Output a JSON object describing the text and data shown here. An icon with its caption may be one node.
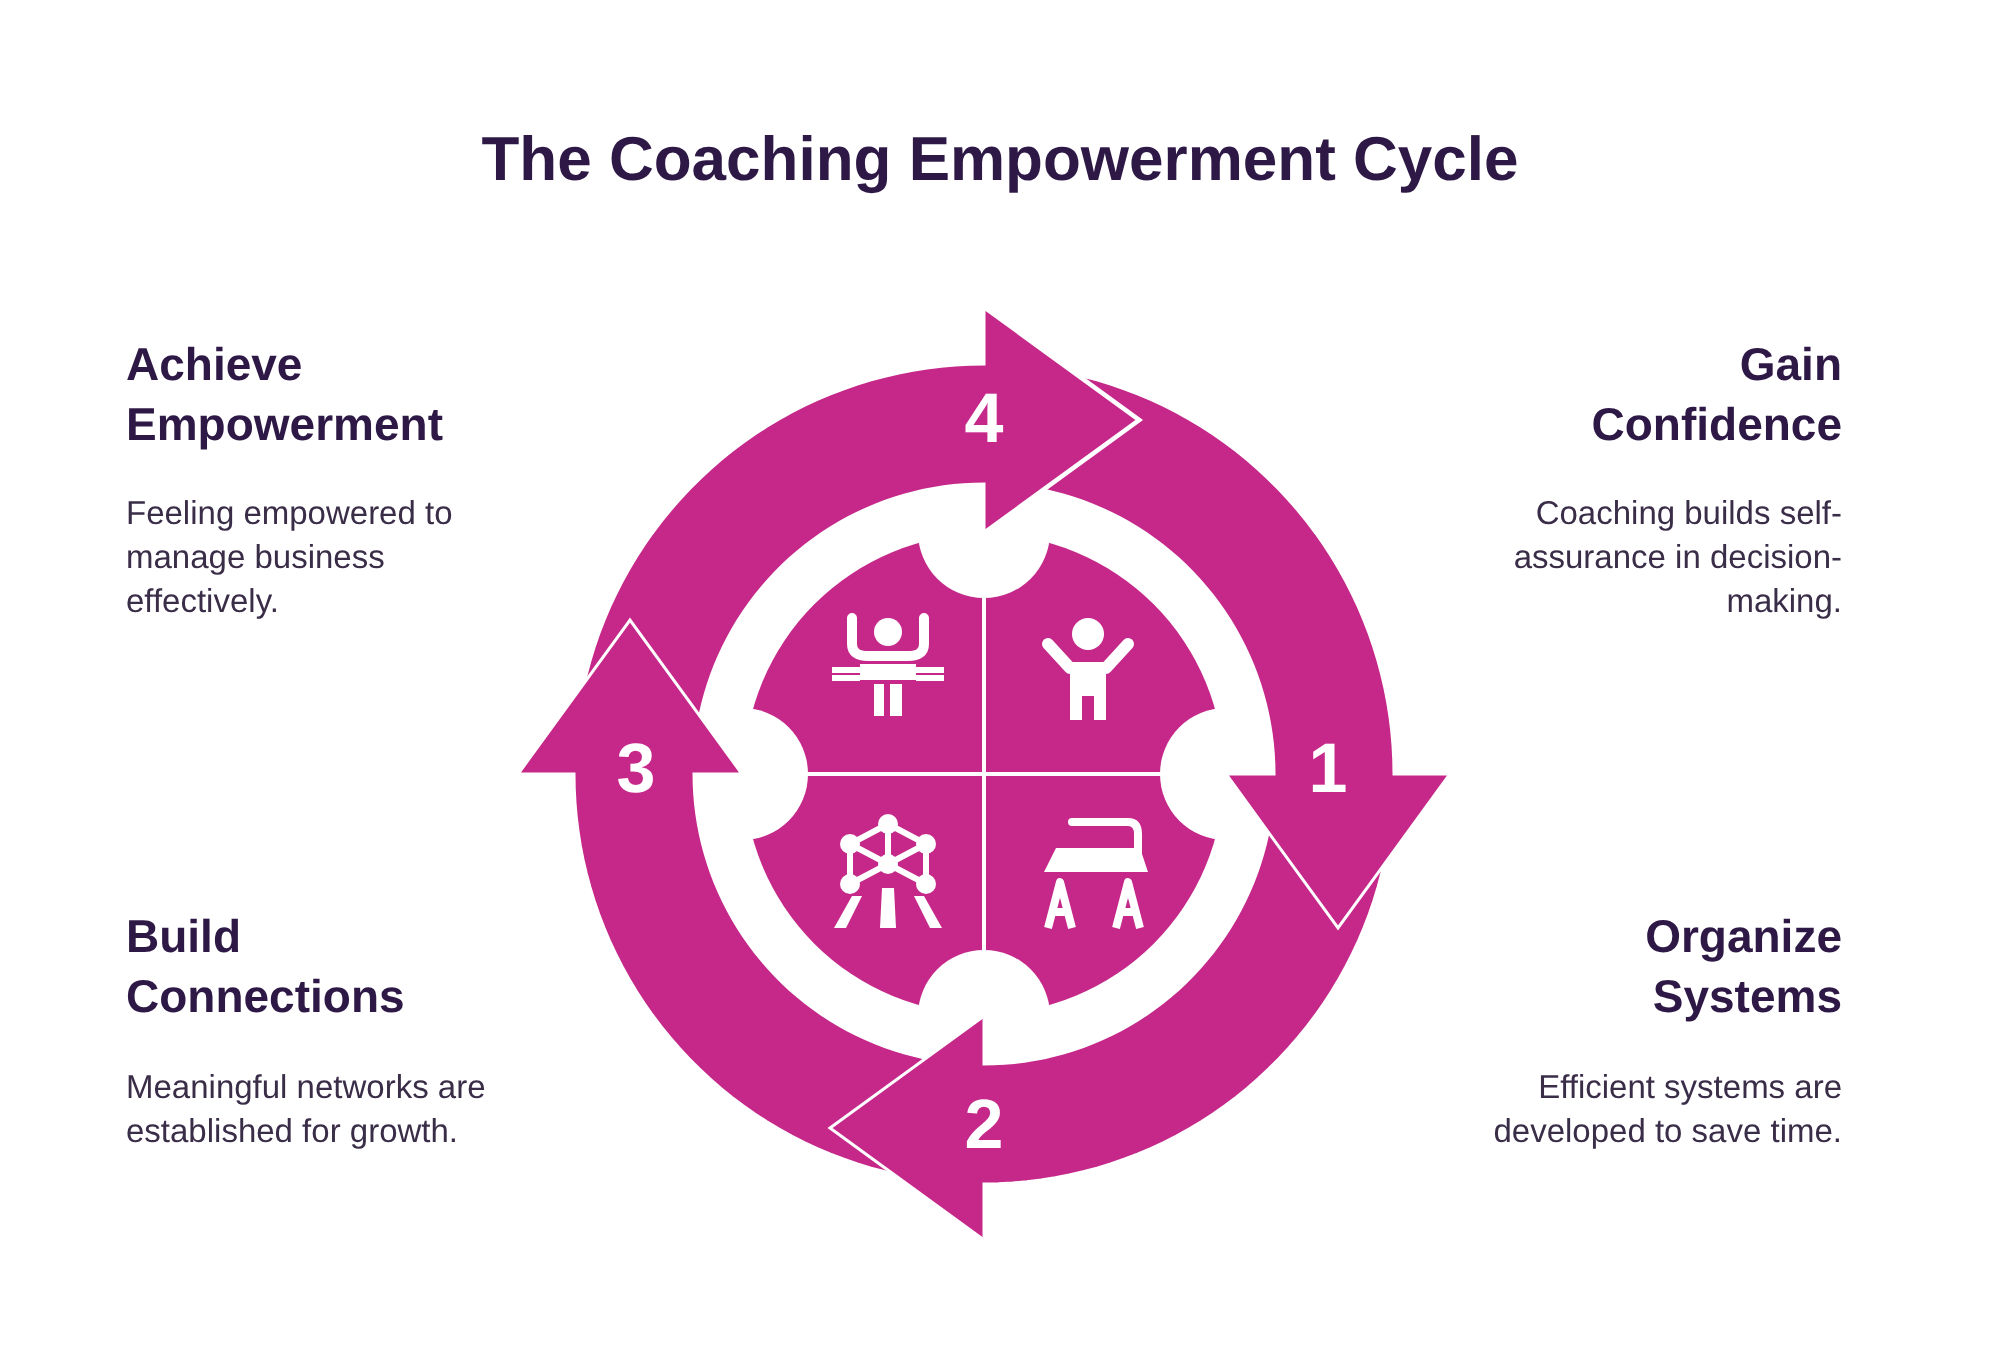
{
  "diagram": {
    "title": "The Coaching Empowerment Cycle",
    "nodes": [
      {
        "text": [
          "1"
        ]
      },
      {
        "text": [
          "2"
        ]
      },
      {
        "text": [
          "3"
        ]
      },
      {
        "text": [
          "4"
        ]
      }
    ],
    "labels": [
      "Achieve Empowerment",
      "Gain Confidence",
      "Feeling empowered to manage business effectively.",
      "Coaching builds self-assurance in decision-making.",
      "Build Connections",
      "Organize Systems",
      "Meaningful networks are established for growth.",
      "Efficient systems are developed to save time."
    ]
  }
}
